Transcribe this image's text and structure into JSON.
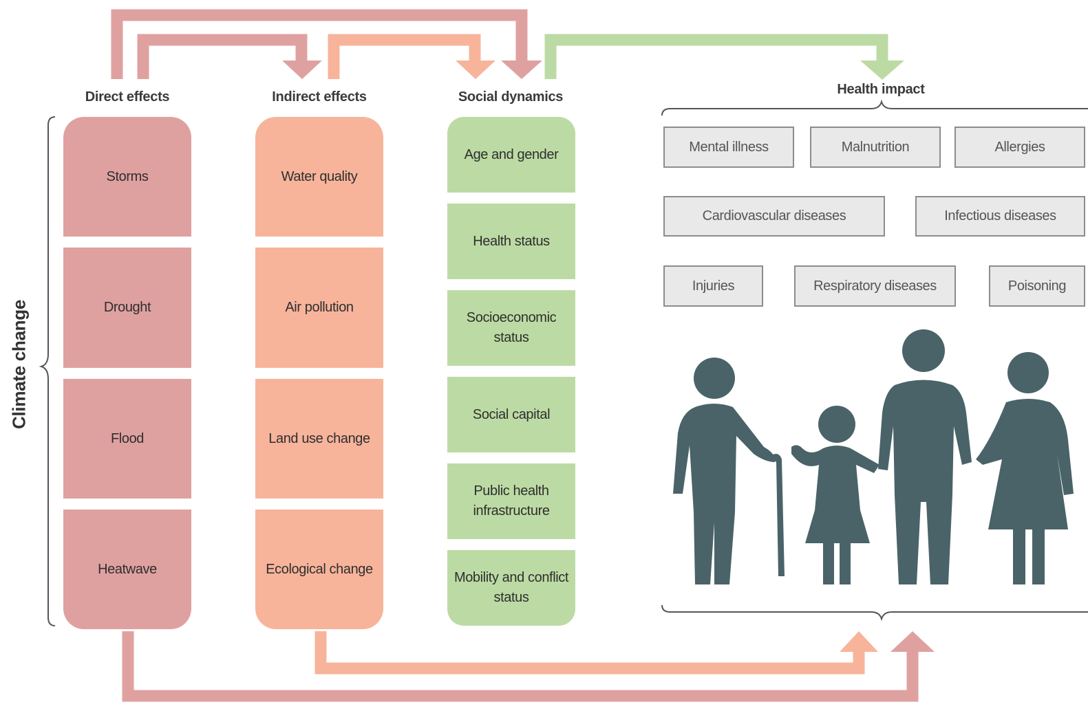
{
  "headers": {
    "direct": "Direct effects",
    "indirect": "Indirect effects",
    "social": "Social dynamics",
    "health": "Health impact"
  },
  "side_label": "Climate change",
  "direct_effects": [
    "Storms",
    "Drought",
    "Flood",
    "Heatwave"
  ],
  "indirect_effects": [
    "Water quality",
    "Air pollution",
    "Land use change",
    "Ecological change"
  ],
  "social_dynamics": [
    "Age and gender",
    "Health status",
    "Socioeconomic status",
    "Social capital",
    "Public health infrastructure",
    "Mobility and conflict status"
  ],
  "health_impacts": {
    "row1": [
      "Mental illness",
      "Malnutrition",
      "Allergies"
    ],
    "row2": [
      "Cardiovascular diseases",
      "Infectious diseases"
    ],
    "row3": [
      "Injuries",
      "Respiratory diseases",
      "Poisoning"
    ]
  },
  "colors": {
    "direct": "#dfa1a0",
    "indirect": "#f7b49b",
    "social": "#bcdba4",
    "health_box": "#e9e9e9",
    "people": "#4a6369"
  },
  "icons": [
    "family-people-icon",
    "walking-cane-icon"
  ]
}
